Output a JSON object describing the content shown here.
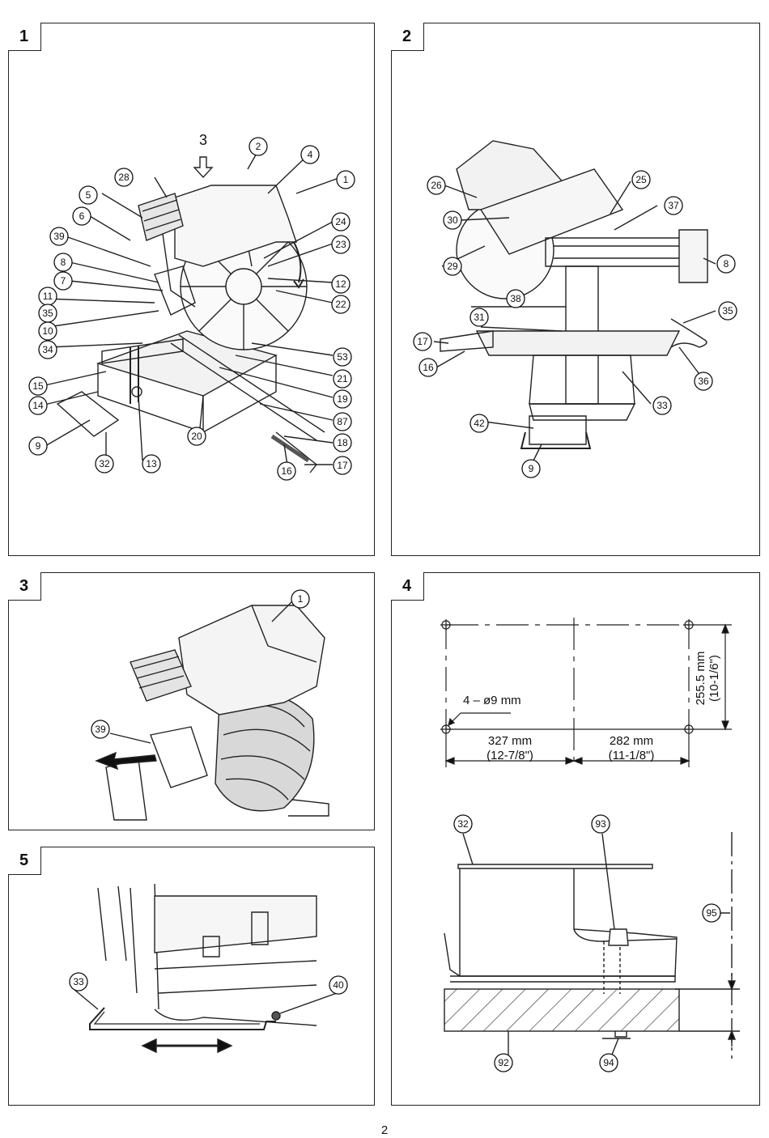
{
  "page_number": "2",
  "figures": [
    {
      "id": "1",
      "label": "1",
      "callouts": [
        "1",
        "2",
        "3",
        "4",
        "5",
        "6",
        "7",
        "8",
        "9",
        "10",
        "11",
        "12",
        "13",
        "14",
        "15",
        "16",
        "17",
        "18",
        "19",
        "20",
        "21",
        "22",
        "23",
        "24",
        "28",
        "32",
        "34",
        "35",
        "39",
        "53",
        "87"
      ]
    },
    {
      "id": "2",
      "label": "2",
      "callouts": [
        "8",
        "9",
        "16",
        "17",
        "25",
        "26",
        "29",
        "30",
        "31",
        "33",
        "35",
        "36",
        "37",
        "38",
        "42"
      ]
    },
    {
      "id": "3",
      "label": "3",
      "callouts": [
        "1",
        "39"
      ]
    },
    {
      "id": "4",
      "label": "4",
      "callouts": [
        "32",
        "92",
        "93",
        "94",
        "95"
      ],
      "dimensions": {
        "holes": "4 – ø9 mm",
        "width_left_mm": "327 mm",
        "width_left_in": "(12-7/8\")",
        "width_right_mm": "282 mm",
        "width_right_in": "(11-1/8\")",
        "depth_mm": "255.5 mm",
        "depth_in": "(10-1/6\")"
      }
    },
    {
      "id": "5",
      "label": "5",
      "callouts": [
        "33",
        "40"
      ]
    }
  ]
}
